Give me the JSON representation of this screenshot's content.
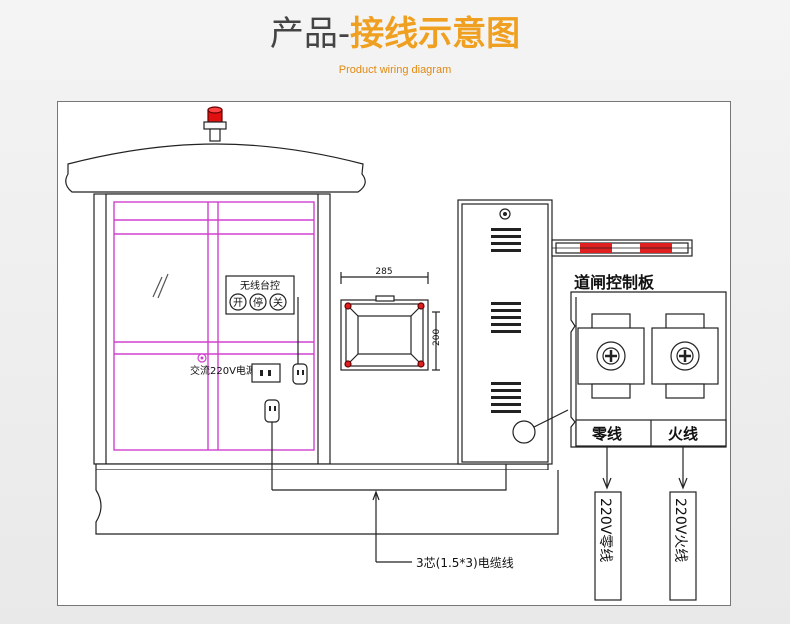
{
  "header": {
    "title_part1": "产品",
    "title_sep": "-",
    "title_part2": "接线示意图",
    "subtitle": "Product wiring diagram"
  },
  "diagram": {
    "remote_box_title": "无线台控",
    "remote_buttons": [
      "开",
      "停",
      "关"
    ],
    "power_label": "交流220V电源",
    "junction_width_dim": "285",
    "junction_height_dim": "200",
    "control_board_title": "道闸控制板",
    "neutral_terminal": "零线",
    "live_terminal": "火线",
    "neutral_source": "220V零线",
    "live_source": "220V火线",
    "cable_label": "3芯(1.5*3)电缆线"
  },
  "colors": {
    "title_accent": "#f0a020",
    "subtitle": "#e08a10",
    "booth_window": "#d040d0",
    "warning_light": "#e01010",
    "barrier_stripe": "#e02020"
  }
}
